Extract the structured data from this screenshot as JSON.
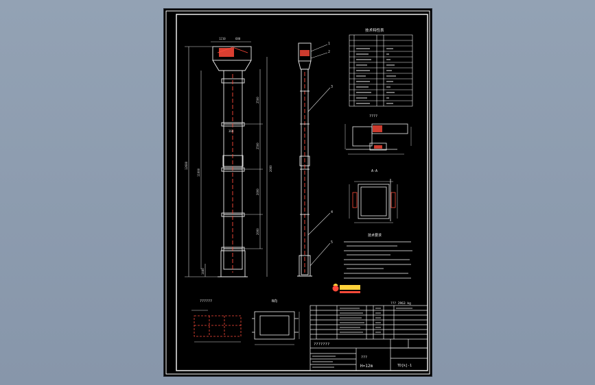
{
  "drawing": {
    "table_title": "技术特性表",
    "section_plan": "????",
    "section_aa": "A-A",
    "notes_title": "技术要求",
    "bottom_left_title": "??????",
    "bottom_mid_title": "B向",
    "titleblock_name": "???????",
    "titleblock_unit": "???",
    "titleblock_model": "H=12m",
    "titleblock_drawing_no": "TD[k]-1",
    "top_right_weight": "??? 2963 kg"
  },
  "dimensions": {
    "d_top_a": "1210",
    "d_top_b": "680",
    "d_overall": "12680",
    "d_height": "11000",
    "d_seg1": "2500",
    "d_seg2": "2500",
    "d_seg3": "2000",
    "d_seg4": "2000",
    "d_inner": "2000",
    "d_bottom": "1440",
    "d_width": "360"
  },
  "callouts": [
    "1",
    "2",
    "3",
    "4",
    "5"
  ],
  "colors": {
    "background": "#000000",
    "line": "#f2f2f2",
    "accent": "#ff4a3a",
    "highlight": "#ffd23a"
  }
}
